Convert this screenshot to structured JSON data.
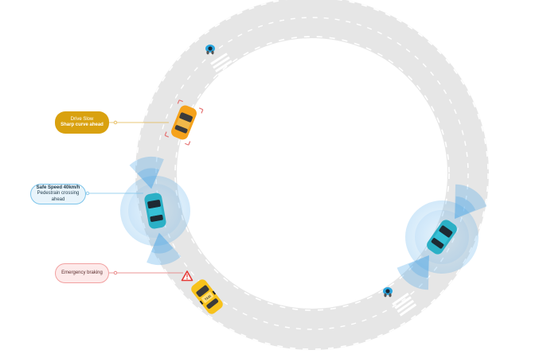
{
  "callouts": {
    "drive_slow": {
      "line1": "Drive Slow",
      "line2": "Sharp curve ahead"
    },
    "safe_speed": {
      "line1": "Safe Speed 40km/h",
      "line2": "Pedestrain crossing ahead"
    },
    "emergency": {
      "line1": "Emergency braking"
    }
  },
  "car_labels": {
    "taxi_sign": "TAXI"
  },
  "colors": {
    "road": "#e6e6e6",
    "lane_marking": "#ffffff",
    "orange_car": "#f5a21b",
    "teal_car": "#2bb0c6",
    "taxi": "#f7c21b",
    "sensor": "#4aa6e8",
    "warning": "#e53935",
    "callout_gold": "#d9a10f",
    "callout_blue_border": "#7cc4ea",
    "callout_red_border": "#f2a0a0"
  },
  "icons": [
    "pedestrian-icon",
    "warning-triangle-icon",
    "sensor-wave-icon"
  ]
}
